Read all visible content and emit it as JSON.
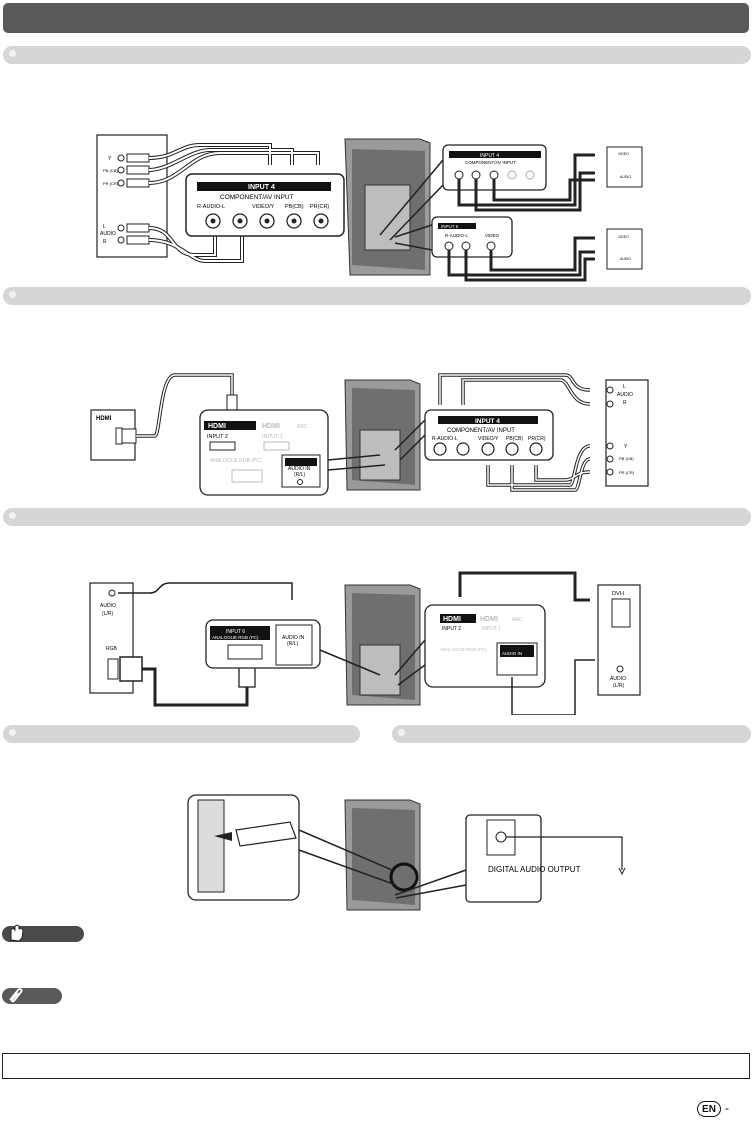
{
  "labels": {
    "panel_input4": "INPUT 4",
    "panel_component": "COMPONENT/AV INPUT",
    "panel_cols": [
      "R-AUDIO-L",
      "VIDEO/Y",
      "PB(CB)",
      "PR(CR)"
    ],
    "panel_input5": "INPUT 5",
    "panel_video": "VIDEO",
    "audio": "AUDIO",
    "video_small": "VIDEO",
    "hdmi": "HDMI",
    "hdmi_arc": "ARC",
    "input2": "INPUT 2",
    "input1": "INPUT 1",
    "input6": "INPUT 6",
    "analogue_rgb": "ANALOGUE RGB (PC)",
    "audio_in": "AUDIO IN",
    "audio_in_sub": "(R/L)",
    "audio_lr": "(L/R)",
    "rgb": "RGB",
    "dvi": "DVI-I",
    "digital_audio_output": "DIGITAL AUDIO OUTPUT",
    "y": "Y",
    "pb": "PB (CB)",
    "pr": "PR (CR)",
    "l": "L",
    "r": "R",
    "page_lang": "EN",
    "page_dash": "-"
  }
}
